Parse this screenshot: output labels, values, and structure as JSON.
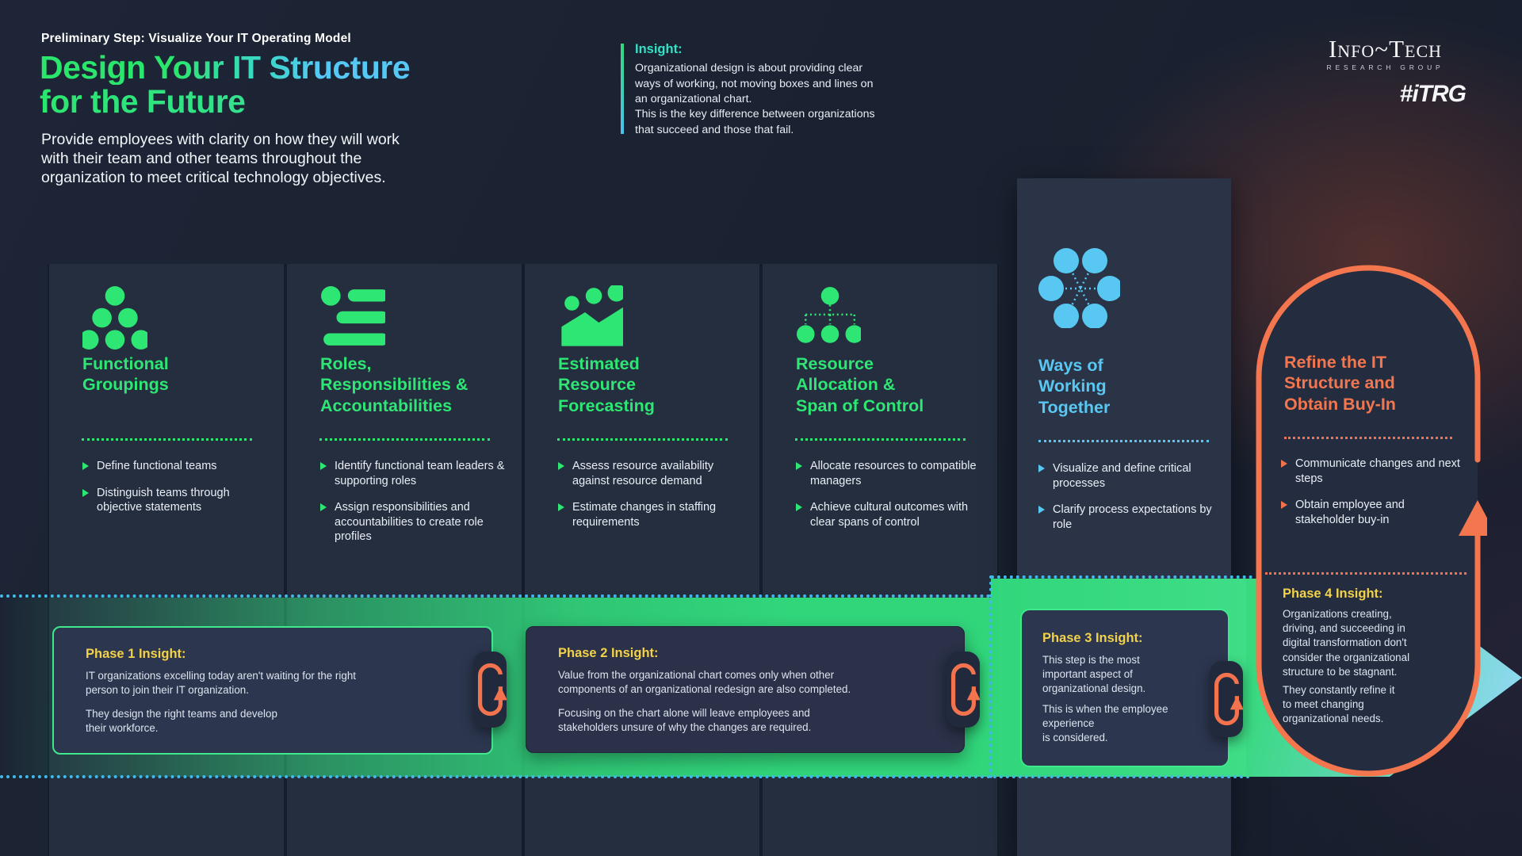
{
  "header": {
    "kicker": "Preliminary Step: Visualize Your IT Operating Model",
    "title_line1": "Design Your IT Structure",
    "title_line2": "for the Future",
    "subtitle": "Provide employees with clarity on how they will work\nwith their team and other teams throughout the\norganization to meet critical technology objectives."
  },
  "insight": {
    "label": "Insight:",
    "para1": "Organizational design is about providing clear\nways of working, not moving boxes and lines on\nan organizational chart.",
    "para2": "This is the key difference between organizations\nthat succeed and those that fail."
  },
  "logo": {
    "name": "Info~Tech",
    "sub": "RESEARCH GROUP",
    "tag": "#iTRG"
  },
  "columns": [
    {
      "heading": "Functional\nGroupings",
      "icon": "team-dots-icon",
      "accent": "#2ee673",
      "bullets": [
        "Define functional teams",
        "Distinguish teams through objective statements"
      ]
    },
    {
      "heading": "Roles,\nResponsibilities &\nAccountabilities",
      "icon": "role-list-icon",
      "accent": "#2ee673",
      "bullets": [
        "Identify functional team leaders & supporting roles",
        "Assign responsibilities and accountabilities to create role profiles"
      ]
    },
    {
      "heading": "Estimated\nResource\nForecasting",
      "icon": "forecast-chart-icon",
      "accent": "#2ee673",
      "bullets": [
        "Assess resource availability against resource demand",
        "Estimate changes in staffing requirements"
      ]
    },
    {
      "heading": "Resource\nAllocation &\nSpan of Control",
      "icon": "org-chart-icon",
      "accent": "#2ee673",
      "bullets": [
        "Allocate resources to compatible managers",
        "Achieve cultural outcomes with clear spans of control"
      ]
    },
    {
      "heading": "Ways of\nWorking\nTogether",
      "icon": "network-circles-icon",
      "accent": "#58c8f2",
      "bullets": [
        "Visualize and define critical processes",
        "Clarify process expectations by role"
      ]
    },
    {
      "heading": "Refine the IT\nStructure and\nObtain Buy-In",
      "icon": "refine-loop-capsule",
      "accent": "#f4764f",
      "bullets": [
        "Communicate changes and next steps",
        "Obtain employee and stakeholder buy-in"
      ]
    }
  ],
  "phases": [
    {
      "title": "Phase 1 Insight:",
      "para1": "IT organizations excelling today aren't waiting for the right\nperson to join their IT organization.",
      "para2": "They design the right teams and develop\ntheir workforce."
    },
    {
      "title": "Phase 2 Insight:",
      "para1": "Value from the organizational chart comes only when other\ncomponents of an organizational redesign are also completed.",
      "para2": "Focusing on the chart alone will leave employees and\nstakeholders unsure of why the changes are required."
    },
    {
      "title": "Phase 3 Insight:",
      "para1": "This step is the most\nimportant aspect of\norganizational design.",
      "para2": "This is when the employee\nexperience\nis considered."
    },
    {
      "title": "Phase 4 Insight:",
      "para1": "Organizations creating,\ndriving, and succeeding in\ndigital transformation don't\nconsider the organizational\nstructure to be stagnant.",
      "para2": "They constantly refine it\nto meet changing\norganizational needs."
    }
  ],
  "colors": {
    "green_accent": "#2ee673",
    "blue_accent": "#58c8f2",
    "orange_accent": "#f2724d",
    "yellow_accent": "#f2d24b",
    "band_green": "#31d67b",
    "dotted_cyan": "#41b9e9",
    "background": "#1a2231"
  }
}
